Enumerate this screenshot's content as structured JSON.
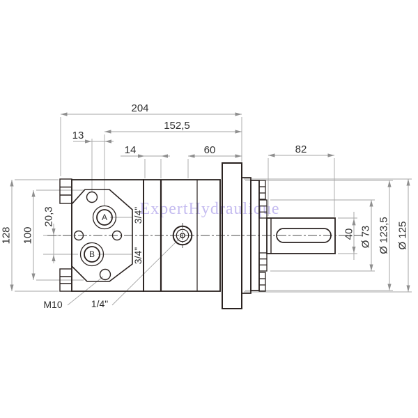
{
  "drawing": {
    "type": "technical-dimension-drawing",
    "subject": "hydraulic orbital motor side view with flange and keyed shaft"
  },
  "watermark": {
    "text": "ExpertHydraulique",
    "color": "#c5bcf0"
  },
  "dims": {
    "overall_length": "204",
    "length_to_port_axis": "152,5",
    "hole_offset": "13",
    "spacer_width": "14",
    "body_to_flange": "60",
    "shaft_length": "82",
    "body_height": "128",
    "plate_height": "100",
    "port_offset": "20,3",
    "shaft_diameter": "40",
    "pilot_diameter": "Ø 73",
    "spigot_diameter": "Ø 123,5",
    "flange_diameter": "Ø 125"
  },
  "ports": {
    "port_a": "A",
    "port_b": "B",
    "port_a_size": "3/4\"",
    "port_b_size": "3/4\"",
    "drain_port_size": "1/4\"",
    "mounting_thread": "M10"
  },
  "colors": {
    "outline": "#2a2220",
    "dimension_lines": "#a6a6a6",
    "arrows": "#8f8f8f",
    "text": "#2f2f2f",
    "watermark": "#c5bcf0",
    "background": "#ffffff"
  }
}
